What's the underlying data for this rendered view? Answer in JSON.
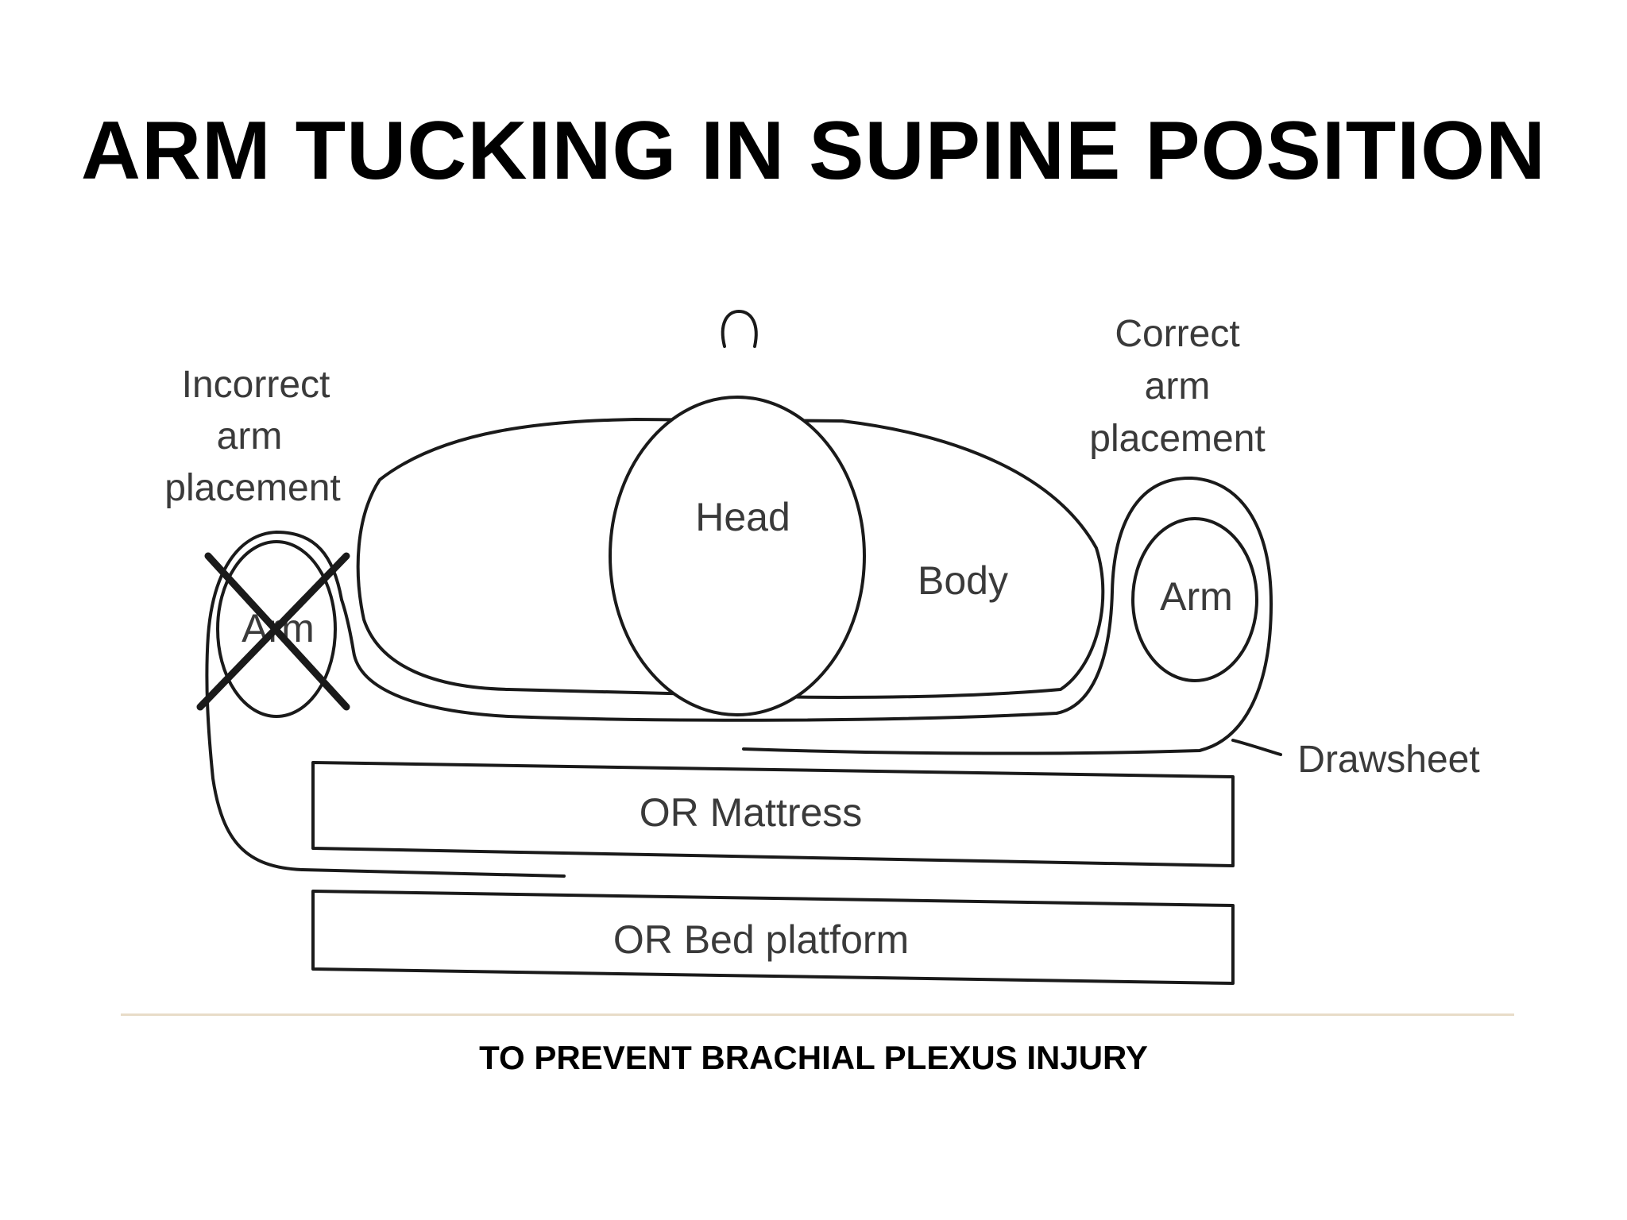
{
  "slide": {
    "title": "ARM TUCKING IN SUPINE POSITION",
    "caption": "TO PREVENT BRACHIAL PLEXUS INJURY"
  },
  "diagram": {
    "labels": {
      "incorrect_line1": "Incorrect",
      "incorrect_line2": "arm",
      "incorrect_line3": "placement",
      "correct_line1": "Correct",
      "correct_line2": "arm",
      "correct_line3": "placement",
      "head": "Head",
      "body": "Body",
      "arm_incorrect": "Arm",
      "arm_correct": "Arm",
      "drawsheet": "Drawsheet",
      "or_mattress": "OR Mattress",
      "or_bed_platform": "OR Bed platform"
    },
    "icons": {
      "incorrect_mark": "x-cross-icon"
    }
  }
}
